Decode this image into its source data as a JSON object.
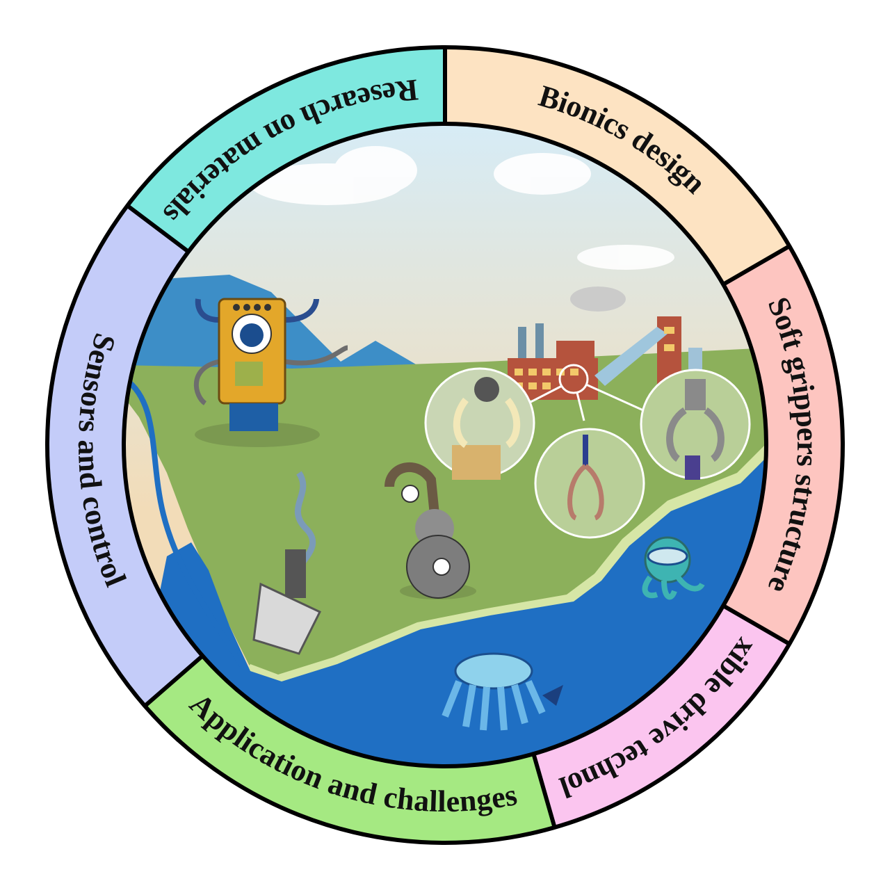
{
  "diagram": {
    "segments": [
      {
        "id": "bionics",
        "label": "Bionics design",
        "color": "#fde3c2",
        "start": -90,
        "end": -30,
        "text_start": -87,
        "text_end": -33
      },
      {
        "id": "grippers",
        "label": "Soft grippers structure",
        "color": "#fdc5c0",
        "start": -30,
        "end": 30,
        "text_start": -28,
        "text_end": 28
      },
      {
        "id": "drive",
        "label": "Flexible drive technology",
        "color": "#fbc5ef",
        "start": 30,
        "end": 74,
        "text_start": 33,
        "text_end": 72
      },
      {
        "id": "application",
        "label": "Application and challenges",
        "color": "#a5e982",
        "start": 74,
        "end": 139,
        "text_start": 137,
        "text_end": 76
      },
      {
        "id": "sensors",
        "label": "Sensors and control",
        "color": "#c4ccf9",
        "start": 139,
        "end": 217,
        "text_start": 200,
        "text_end": 155
      },
      {
        "id": "materials",
        "label": "Research on materials",
        "color": "#7ee8df",
        "start": 217,
        "end": 270,
        "text_start": 265,
        "text_end": 220
      }
    ],
    "scene": {
      "sky_top": "#d6ecf7",
      "sky_bottom": "#f2dcb8",
      "mountain": "#3d8ec7",
      "land": "#8cb05b",
      "water": "#1f6fc3",
      "shore": "#d6e6a6"
    }
  }
}
